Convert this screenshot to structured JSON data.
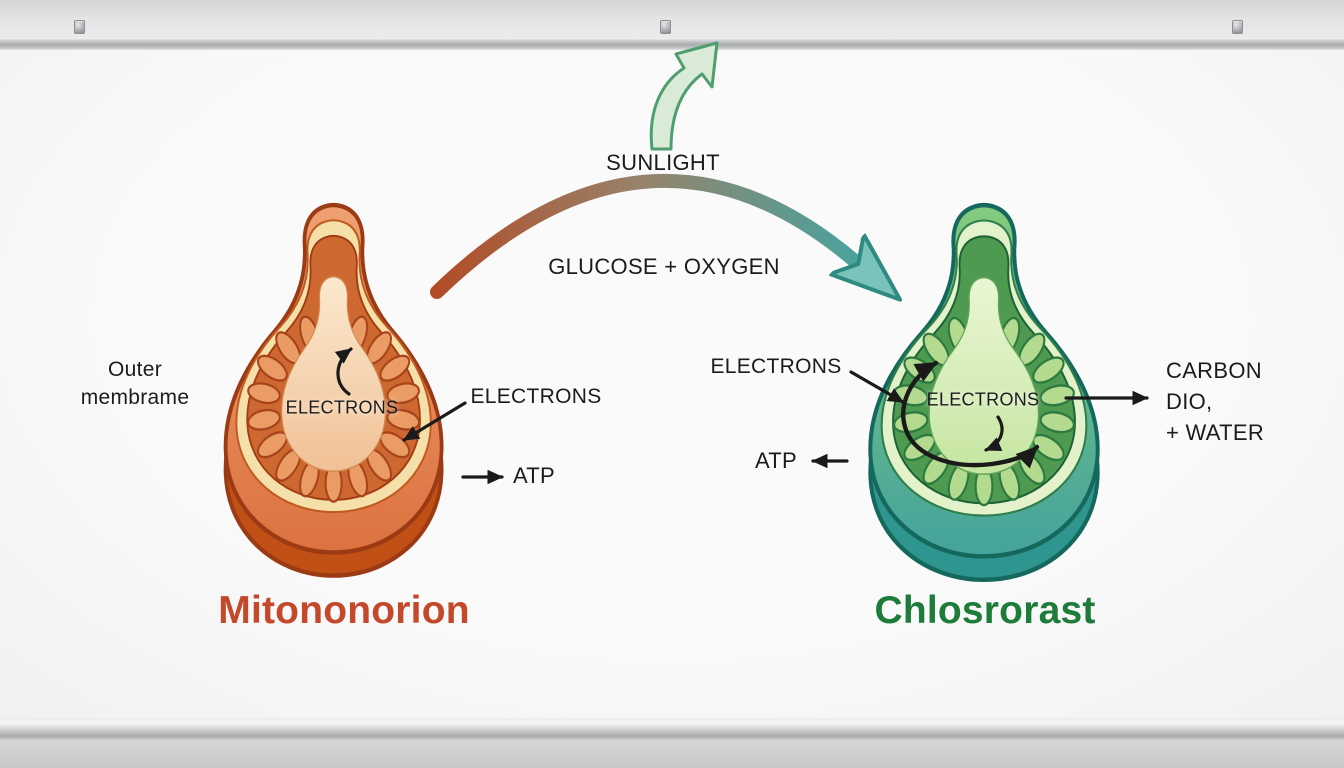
{
  "palette": {
    "mitochondrion_accent": "#c4492a",
    "chloroplast_accent": "#1e7c3a",
    "flow_arc_warm": "#b24c27",
    "flow_arc_cool": "#4aa29c",
    "sunlight_arrow_green": "#4e9e6e",
    "annotation_black": "#1a1a1a",
    "board_background": "#f7f7f8"
  },
  "flow": {
    "sunlight_label": "SUNLIGHT",
    "glucose_oxygen_label": "GLUCOSE + OXYGEN"
  },
  "mitochondrion": {
    "title": "Mitononorion",
    "outer_membrane_label": {
      "line1": "Outer",
      "line2": "membrame"
    },
    "matrix_label": "ELECTRONS",
    "electrons_label": "ELECTRONS",
    "atp_label": "ATP"
  },
  "chloroplast": {
    "title": "Chlosrorast",
    "electrons_label": "ELECTRONS",
    "stroma_label": "ELECTRONS",
    "atp_label": "ATP",
    "output_label": {
      "line1": "CARBON",
      "line2": "DIO,",
      "line3": "+ WATER"
    }
  }
}
